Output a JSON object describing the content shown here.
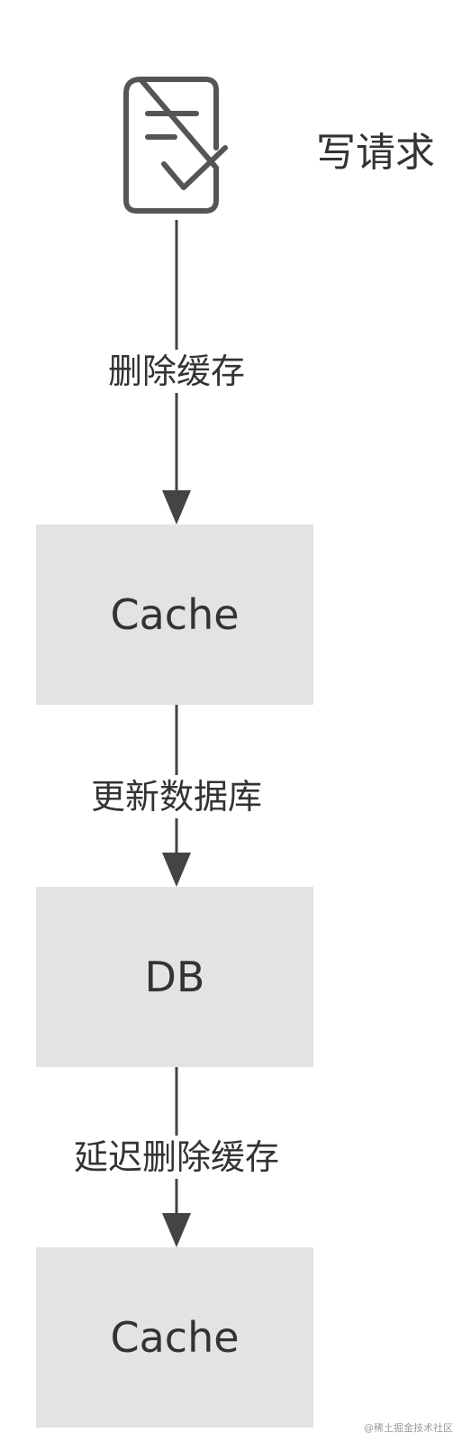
{
  "request": {
    "label": "写请求",
    "icon": "document-check-icon"
  },
  "steps": [
    {
      "edge_label": "删除缓存",
      "node_label": "Cache"
    },
    {
      "edge_label": "更新数据库",
      "node_label": "DB"
    },
    {
      "edge_label": "延迟删除缓存",
      "node_label": "Cache"
    }
  ],
  "watermark": "@稀土掘金技术社区",
  "colors": {
    "node_fill": "#e3e3e3",
    "line": "#444444",
    "text": "#333333"
  }
}
